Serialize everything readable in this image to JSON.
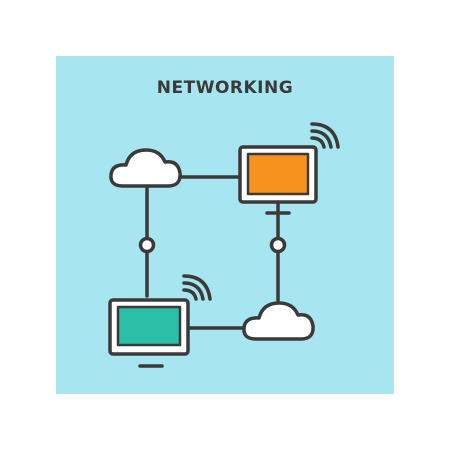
{
  "header": {
    "title": "NETWORKING"
  },
  "colors": {
    "background": "#a7e5f0",
    "line": "#3a3a3a",
    "title_text": "#3a3a3a",
    "cloud_fill": "#ffffff",
    "monitor_top_screen": "#f7921e",
    "monitor_bottom_screen": "#2bbfa8",
    "monitor_frame": "#ffffff",
    "node_fill": "#ffffff"
  },
  "diagram": {
    "nodes": [
      {
        "id": "cloud-top-left",
        "kind": "cloud",
        "icon": "cloud-icon"
      },
      {
        "id": "monitor-top-right",
        "kind": "monitor",
        "icon": "monitor-icon",
        "wireless": true
      },
      {
        "id": "monitor-bottom-left",
        "kind": "monitor",
        "icon": "monitor-icon",
        "wireless": true
      },
      {
        "id": "cloud-bottom-right",
        "kind": "cloud",
        "icon": "cloud-icon"
      }
    ],
    "connections": [
      {
        "from": "cloud-top-left",
        "to": "monitor-top-right"
      },
      {
        "from": "cloud-top-left",
        "to": "monitor-bottom-left",
        "junction": true
      },
      {
        "from": "monitor-top-right",
        "to": "cloud-bottom-right",
        "junction": true
      },
      {
        "from": "monitor-bottom-left",
        "to": "cloud-bottom-right"
      }
    ]
  }
}
